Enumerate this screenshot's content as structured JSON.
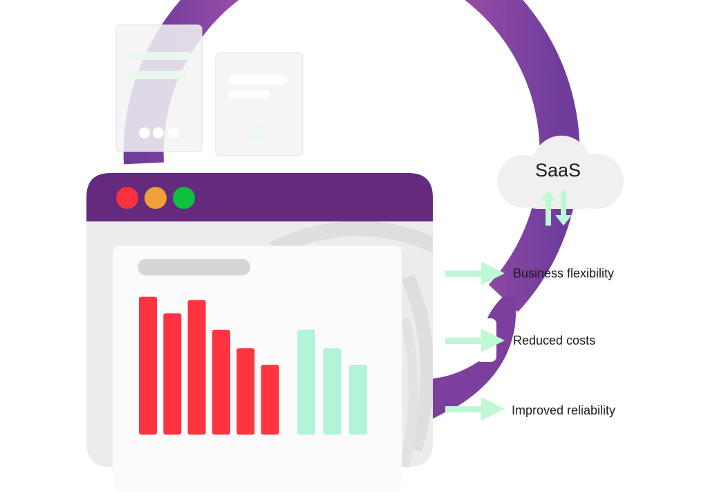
{
  "cloud": {
    "label": "SaaS"
  },
  "benefits": [
    {
      "label": "Business flexibility"
    },
    {
      "label": "Reduced costs"
    },
    {
      "label": "Improved reliability"
    }
  ],
  "window_controls": [
    {
      "name": "close",
      "color": "#f7323f"
    },
    {
      "name": "minimize",
      "color": "#f0a136"
    },
    {
      "name": "maximize",
      "color": "#0fc03e"
    }
  ],
  "chart_data": {
    "type": "bar",
    "series": [
      {
        "color": "#fe3440",
        "values": [
          8.3,
          7.3,
          8.1,
          6.3,
          5.2,
          4.2
        ]
      },
      {
        "color": "#b3f3d7",
        "values": [
          6.3,
          5.2,
          4.2
        ]
      }
    ]
  },
  "colors": {
    "ring_outer": "#6f3c9c",
    "ring_inner": "#b260b0",
    "titlebar": "#632a7e",
    "window_body": "#ececec",
    "panel": "#fbfbfb",
    "arrow": "#bff8d4",
    "cloud": "#f0f0f0",
    "card": "#f2f2f2"
  }
}
